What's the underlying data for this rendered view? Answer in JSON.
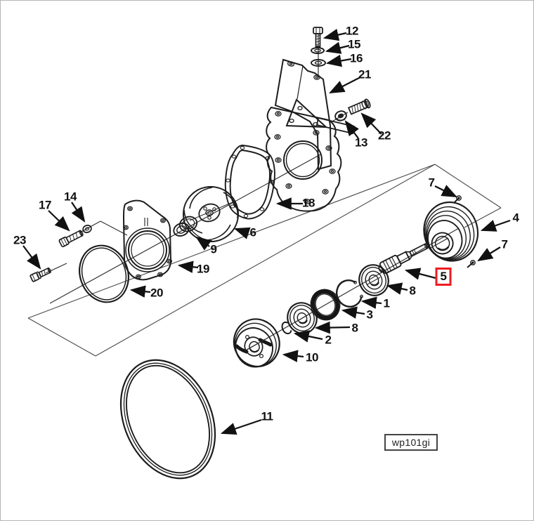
{
  "drawing_code": "wp101gi",
  "highlighted_callout": "5",
  "colors": {
    "line": "#1c1c1c",
    "highlight_box": "#ee1c23",
    "background": "#ffffff"
  },
  "callouts": {
    "n12": "12",
    "n15": "15",
    "n16": "16",
    "n21": "21",
    "n13": "13",
    "n22": "22",
    "n7a": "7",
    "n4": "4",
    "n7b": "7",
    "n5": "5",
    "n8a": "8",
    "n1": "1",
    "n3": "3",
    "n8b": "8",
    "n2": "2",
    "n10": "10",
    "n6": "6",
    "n18": "18",
    "n9": "9",
    "n19": "19",
    "n20": "20",
    "n14": "14",
    "n17": "17",
    "n23": "23",
    "n11": "11"
  }
}
